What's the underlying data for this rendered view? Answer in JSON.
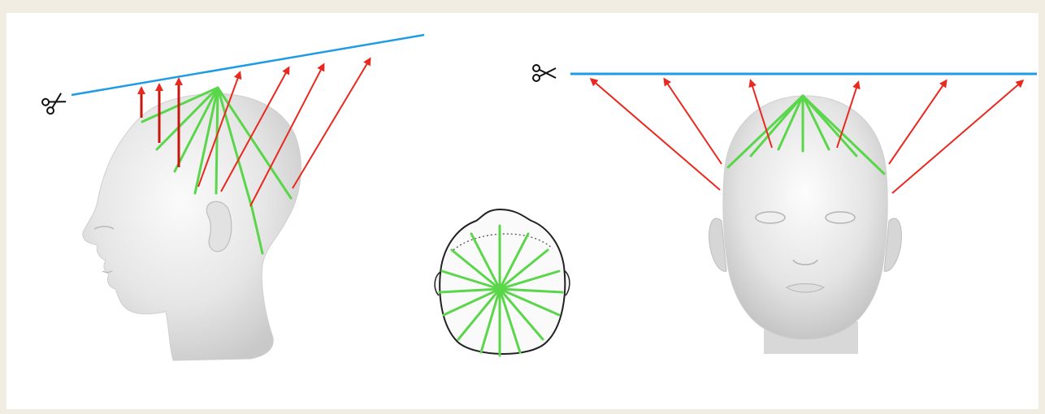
{
  "colors": {
    "page_background": "#f1ede3",
    "panel_background": "#ffffff",
    "cut_line": "#1e9be6",
    "elevation_arrow": "#e9291f",
    "section_line": "#5ad64a",
    "head_shade": "#dcdcdc",
    "outline": "#222222"
  },
  "icons": {
    "left_scissors": "scissors-icon",
    "right_scissors": "scissors-icon"
  },
  "views": [
    "side-view-head",
    "top-view-head",
    "front-view-head"
  ]
}
